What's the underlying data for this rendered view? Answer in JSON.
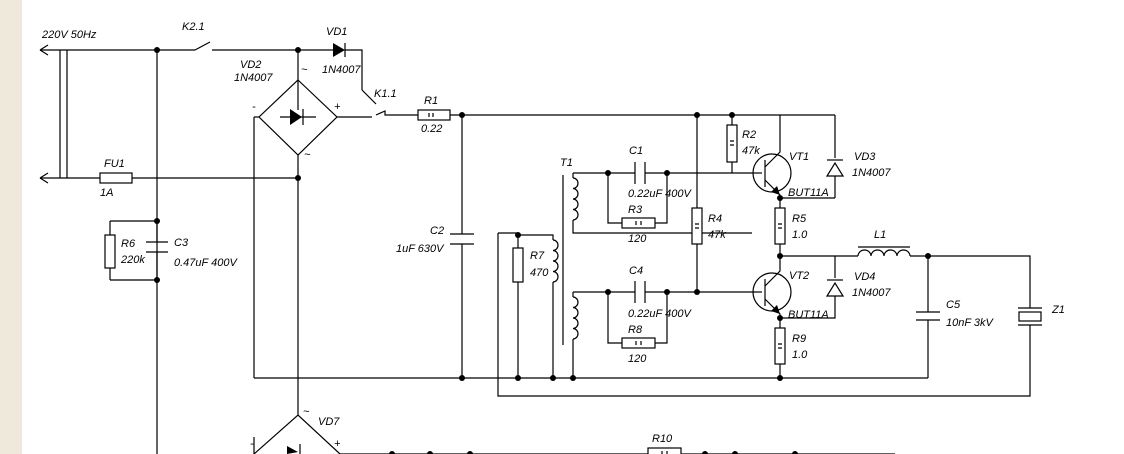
{
  "labels": {
    "mains": "220V 50Hz",
    "k21": "K2.1",
    "vd1": "VD1",
    "vd1_part": "1N4007",
    "vd2": "VD2",
    "vd2_part": "1N4007",
    "k11": "K1.1",
    "r1": "R1",
    "r1_val": "0.22",
    "fu1": "FU1",
    "fu1_val": "1A",
    "r6": "R6",
    "r6_val": "220k",
    "c3": "C3",
    "c3_val": "0.47uF 400V",
    "c2": "C2",
    "c2_val": "1uF 630V",
    "t1": "T1",
    "r7": "R7",
    "r7_val": "470",
    "c1": "C1",
    "c1_val": "0.22uF 400V",
    "r3": "R3",
    "r3_val": "120",
    "r4": "R4",
    "r4_val": "47k",
    "r2": "R2",
    "r2_val": "47k",
    "vt1": "VT1",
    "vt1_part": "BUT11A",
    "vd3": "VD3",
    "vd3_part": "1N4007",
    "r5": "R5",
    "r5_val": "1.0",
    "l1": "L1",
    "c4": "C4",
    "c4_val": "0.22uF 400V",
    "r8": "R8",
    "r8_val": "120",
    "vt2": "VT2",
    "vt2_part": "BUT11A",
    "vd4": "VD4",
    "vd4_part": "1N4007",
    "r9": "R9",
    "r9_val": "1.0",
    "c5": "C5",
    "c5_val": "10nF 3kV",
    "z1": "Z1",
    "vd7": "VD7",
    "r10": "R10",
    "tilde": "~",
    "minus": "-",
    "plus": "+"
  },
  "colors": {
    "page": "#ffffff",
    "left_strip": "#efe9dc",
    "ink": "#000000"
  }
}
